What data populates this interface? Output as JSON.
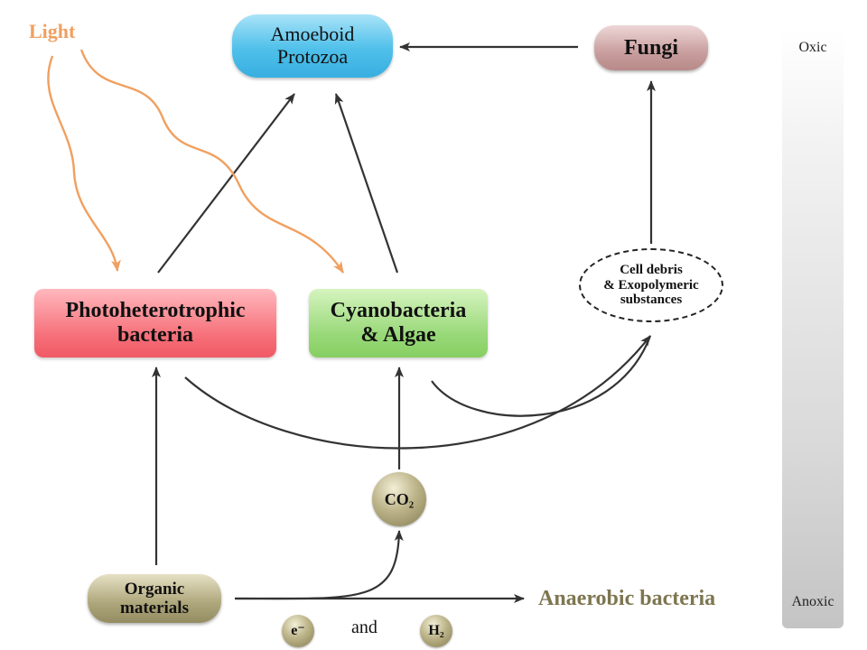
{
  "nodes": {
    "amoeboid": "Amoeboid\nProtozoa",
    "fungi": "Fungi",
    "photoheterotrophic": "Photoheterotrophic\nbacteria",
    "cyanobacteria": "Cyanobacteria\n& Algae",
    "cell_debris": "Cell debris\n& Exopolymeric\nsubstances",
    "organic": "Organic\nmaterials",
    "co2": "CO₂",
    "electron": "e⁻",
    "h2": "H₂"
  },
  "labels": {
    "light": "Light",
    "and": "and",
    "anaerobic": "Anaerobic bacteria"
  },
  "gradient": {
    "top": "Oxic",
    "bottom": "Anoxic"
  },
  "edges": [
    {
      "from": "Fungi",
      "to": "Amoeboid Protozoa"
    },
    {
      "from": "Photoheterotrophic bacteria",
      "to": "Amoeboid Protozoa"
    },
    {
      "from": "Cyanobacteria & Algae",
      "to": "Amoeboid Protozoa"
    },
    {
      "from": "Cell debris & Exopolymeric substances",
      "to": "Fungi"
    },
    {
      "from": "Light",
      "to": "Photoheterotrophic bacteria"
    },
    {
      "from": "Light",
      "to": "Cyanobacteria & Algae"
    },
    {
      "from": "Photoheterotrophic bacteria",
      "to": "Cell debris & Exopolymeric substances"
    },
    {
      "from": "Cyanobacteria & Algae",
      "to": "Cell debris & Exopolymeric substances"
    },
    {
      "from": "Organic materials",
      "to": "Photoheterotrophic bacteria"
    },
    {
      "from": "CO2",
      "to": "Cyanobacteria & Algae"
    },
    {
      "from": "Organic materials",
      "to": "CO2"
    },
    {
      "from": "Organic materials",
      "to": "Anaerobic bacteria"
    }
  ],
  "colors": {
    "light": "#f0a060",
    "arrow": "#333333",
    "anaerobic": "#7d7650"
  }
}
